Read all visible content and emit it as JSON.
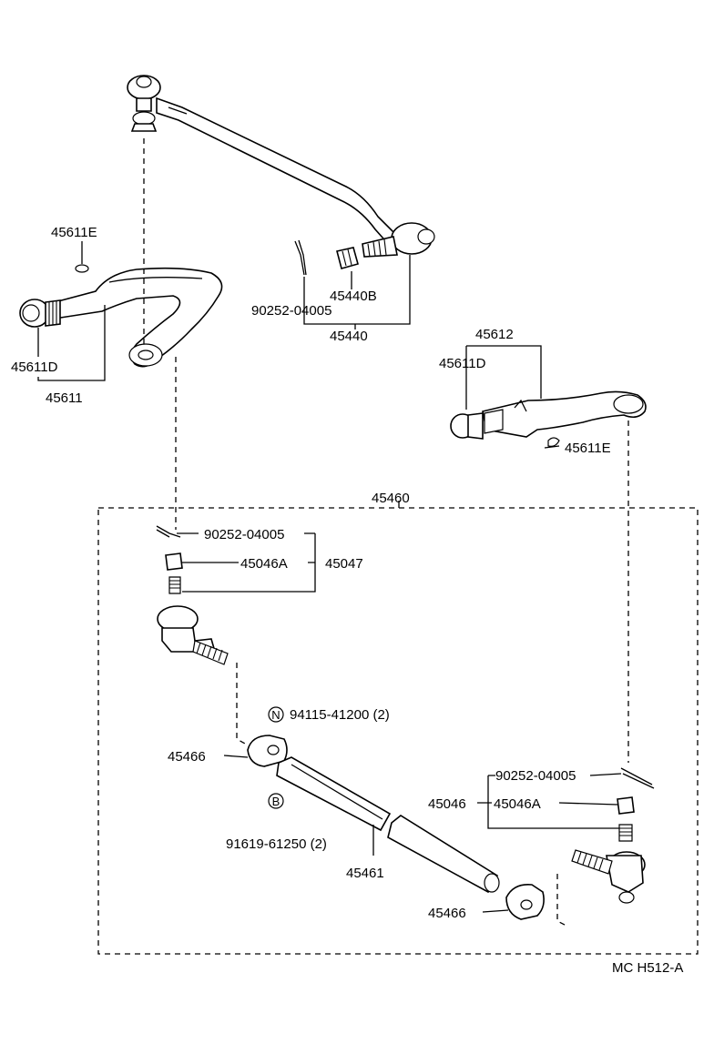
{
  "diagram_code": "MC H512-A",
  "labels": {
    "p45611E_top": "45611E",
    "p45611D_left": "45611D",
    "p45611": "45611",
    "p45440B": "45440B",
    "p90252_top": "90252-04005",
    "p45440": "45440",
    "p45612": "45612",
    "p45611D_right": "45611D",
    "p45611E_right": "45611E",
    "p45460": "45460",
    "p90252_mid": "90252-04005",
    "p45046A_top": "45046A",
    "p45047": "45047",
    "p94115": "94115-41200 (2)",
    "badge_n": "N",
    "p45466_top": "45466",
    "badge_b": "B",
    "p91619": "91619-61250 (2)",
    "p45461": "45461",
    "p90252_bottom": "90252-04005",
    "p45046": "45046",
    "p45046A_bottom": "45046A",
    "p45466_bottom": "45466"
  }
}
